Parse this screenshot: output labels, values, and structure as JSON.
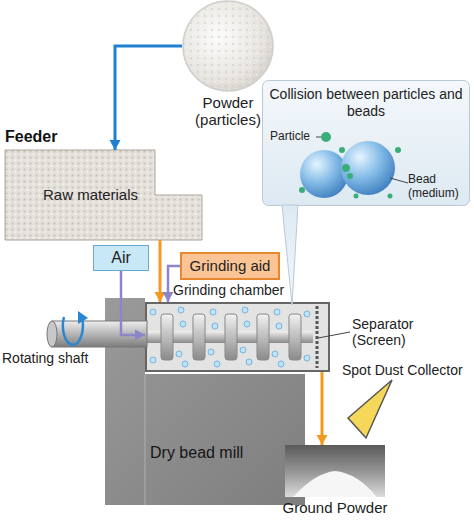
{
  "diagram": {
    "nodes": [
      {
        "text": [
          "Powder (particles)"
        ]
      },
      {
        "text": [
          "Feeder",
          "Raw materials"
        ]
      },
      {
        "text": [
          "Collision between particles and beads",
          "Particle",
          "Bead (medium)"
        ]
      },
      {
        "text": [
          "Air"
        ]
      },
      {
        "text": [
          "Grinding aid"
        ]
      },
      {
        "text": [
          "Dry bead mill"
        ]
      },
      {
        "text": [
          "Grinding chamber"
        ],
        "in": 5
      },
      {
        "text": [
          "Ground Powder"
        ]
      }
    ],
    "edges": [
      {
        "from": 0,
        "to": 1,
        "arrow": "to"
      },
      {
        "from": 1,
        "to": 6,
        "arrow": "to"
      },
      {
        "from": 3,
        "to": 6,
        "arrow": "to"
      },
      {
        "from": 4,
        "to": 6,
        "arrow": "to"
      },
      {
        "from": 6,
        "to": 7,
        "arrow": "to"
      }
    ],
    "labels": [
      "Rotating shaft",
      "Separator (Screen)",
      "Spot Dust Collector"
    ]
  }
}
